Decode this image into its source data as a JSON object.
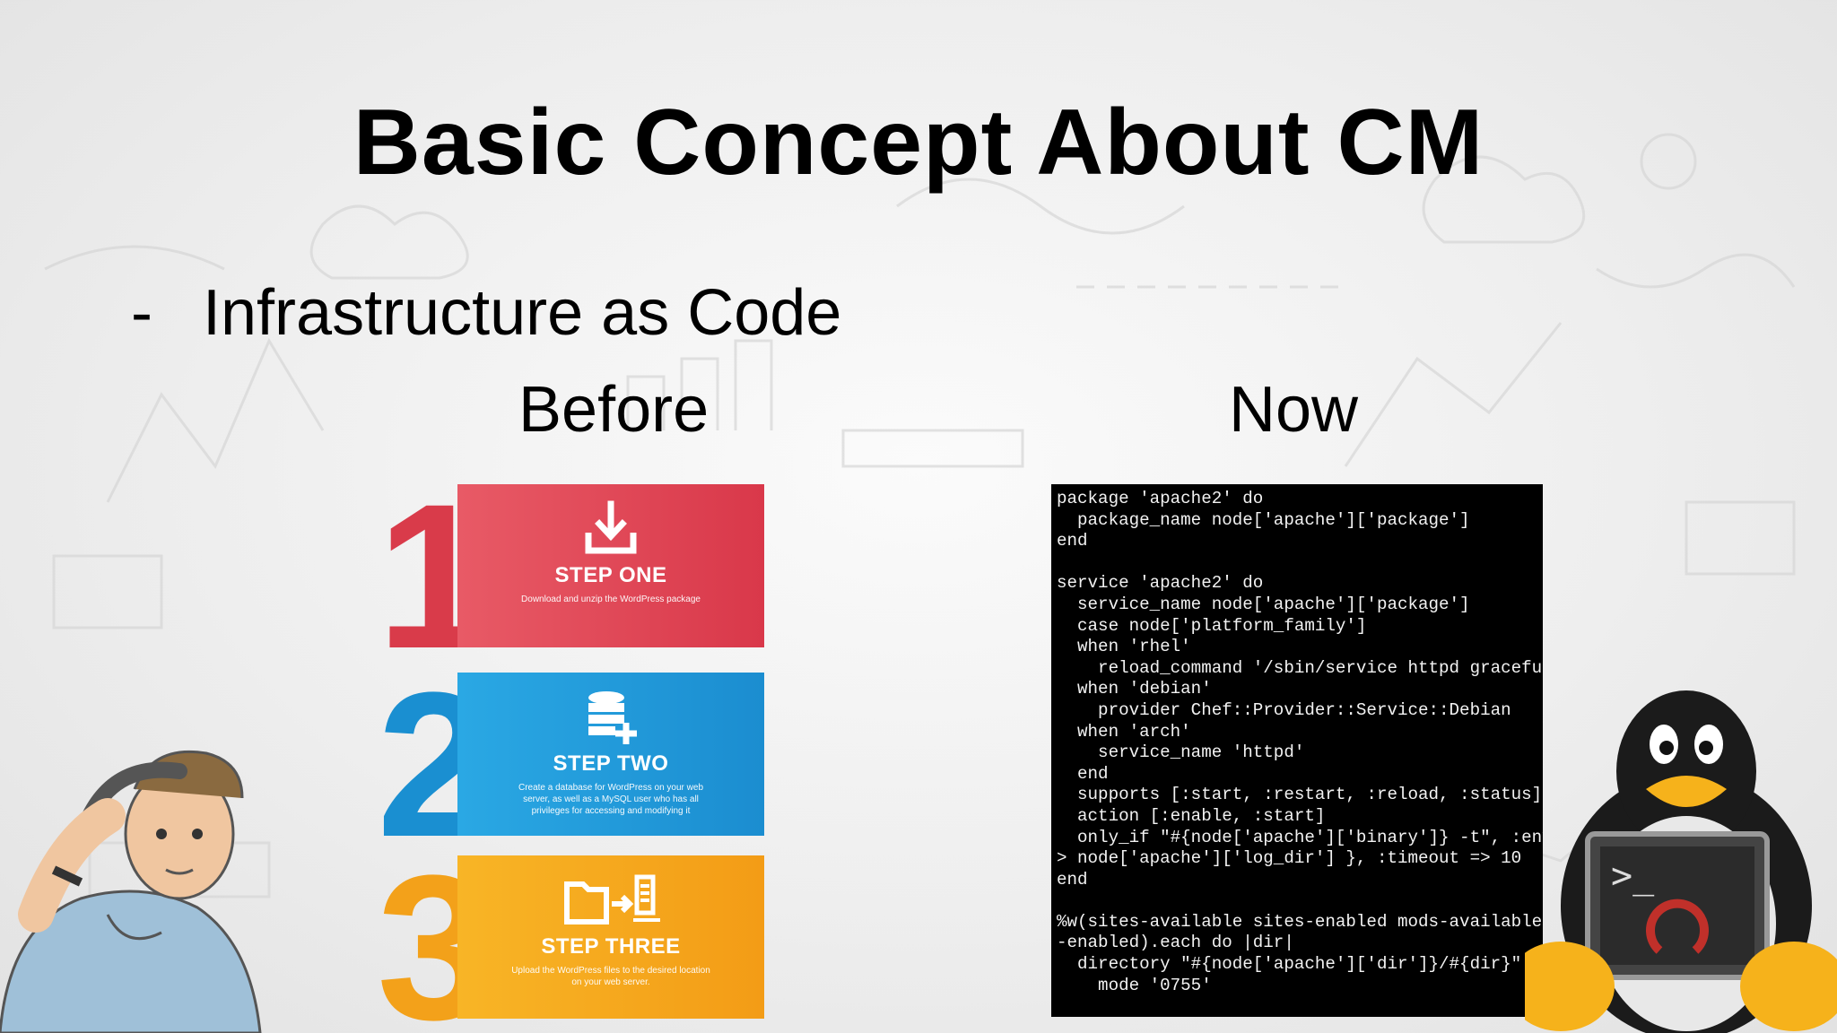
{
  "slide": {
    "title": "Basic Concept About CM",
    "bullet_marker": "-",
    "bullet_text": "Infrastructure as Code",
    "before_label": "Before",
    "now_label": "Now"
  },
  "steps": [
    {
      "number": "1",
      "title": "STEP ONE",
      "description": "Download and unzip the WordPress package",
      "icon": "download-icon",
      "color": "#d93b4a"
    },
    {
      "number": "2",
      "title": "STEP TWO",
      "description": "Create a database for WordPress on your web server, as well as a MySQL user who has all privileges for accessing and modifying it",
      "icon": "database-add-icon",
      "color": "#1a8fd1"
    },
    {
      "number": "3",
      "title": "STEP THREE",
      "description": "Upload the WordPress files to the desired location on your web server.",
      "icon": "folder-upload-icon",
      "color": "#f3a11a"
    }
  ],
  "terminal": {
    "code": "package 'apache2' do\n  package_name node['apache']['package']\nend\n\nservice 'apache2' do\n  service_name node['apache']['package']\n  case node['platform_family']\n  when 'rhel'\n    reload_command '/sbin/service httpd graceful'\n  when 'debian'\n    provider Chef::Provider::Service::Debian\n  when 'arch'\n    service_name 'httpd'\n  end\n  supports [:start, :restart, :reload, :status]\n  action [:enable, :start]\n  only_if \"#{node['apache']['binary']} -t\", :enviro\n> node['apache']['log_dir'] }, :timeout => 10\nend\n\n%w(sites-available sites-enabled mods-available mod\n-enabled).each do |dir|\n  directory \"#{node['apache']['dir']}/#{dir}\" do\n    mode '0755'"
  }
}
